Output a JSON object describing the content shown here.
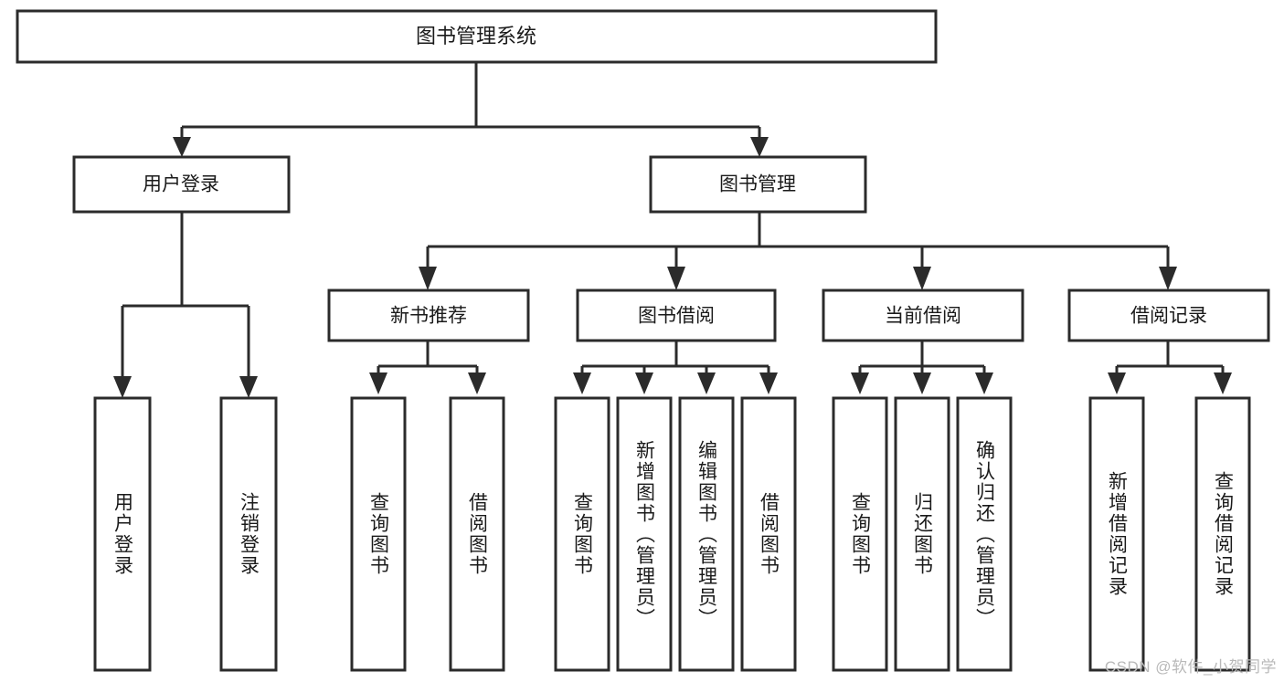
{
  "diagram": {
    "title": "图书管理系统",
    "watermark": "CSDN @软件_小贺同学",
    "colors": {
      "stroke": "#2b2b2b",
      "fill": "#ffffff",
      "text": "#1a1a1a",
      "watermark": "#b9b9b9",
      "background": "#ffffff"
    },
    "nodes": {
      "root": {
        "label": "图书管理系统"
      },
      "level2": [
        {
          "id": "user-login",
          "label": "用户登录"
        },
        {
          "id": "book-manage",
          "label": "图书管理"
        }
      ],
      "level3": [
        {
          "id": "new-book-recommend",
          "label": "新书推荐"
        },
        {
          "id": "book-borrow",
          "label": "图书借阅"
        },
        {
          "id": "current-borrow",
          "label": "当前借阅"
        },
        {
          "id": "borrow-record",
          "label": "借阅记录"
        }
      ],
      "leaves_user_login": [
        {
          "id": "leaf-user-login",
          "label": "用户登录"
        },
        {
          "id": "leaf-logout-login",
          "label": "注销登录"
        }
      ],
      "leaves_new_book_recommend": [
        {
          "id": "leaf-query-book-1",
          "label": "查询图书"
        },
        {
          "id": "leaf-borrow-book-1",
          "label": "借阅图书"
        }
      ],
      "leaves_book_borrow": [
        {
          "id": "leaf-query-book-2",
          "label": "查询图书"
        },
        {
          "id": "leaf-add-book",
          "label": "新增图书（管理员）"
        },
        {
          "id": "leaf-edit-book",
          "label": "编辑图书（管理员）"
        },
        {
          "id": "leaf-borrow-book-2",
          "label": "借阅图书"
        }
      ],
      "leaves_current_borrow": [
        {
          "id": "leaf-query-book-3",
          "label": "查询图书"
        },
        {
          "id": "leaf-return-book",
          "label": "归还图书"
        },
        {
          "id": "leaf-confirm-return",
          "label": "确认归还（管理员）"
        }
      ],
      "leaves_borrow_record": [
        {
          "id": "leaf-add-record",
          "label": "新增借阅记录"
        },
        {
          "id": "leaf-query-record",
          "label": "查询借阅记录"
        }
      ]
    }
  }
}
